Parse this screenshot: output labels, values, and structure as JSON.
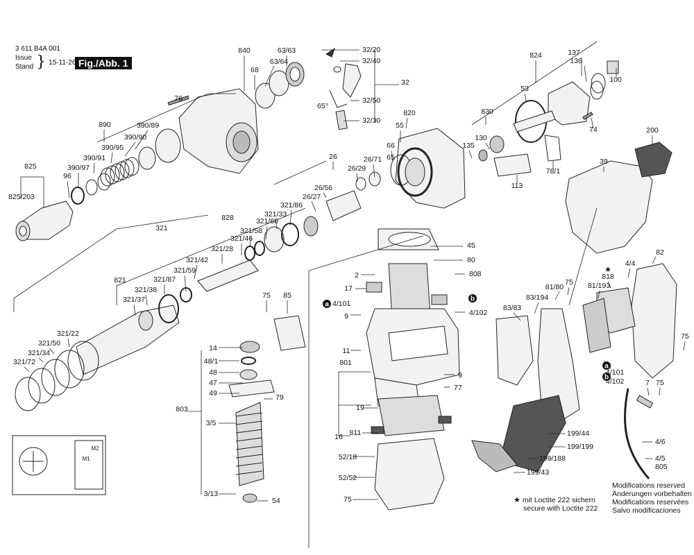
{
  "header": {
    "doc_number": "3 611 B4A 001",
    "issue_label": "Issue",
    "stand_label": "Stand",
    "issue_date": "15-11-26",
    "figure_label": "Fig./Abb. 1"
  },
  "notes": {
    "line1": "Modifications reserved",
    "line2": "Änderungen vorbehalten",
    "line3": "Modifications reservées",
    "line4": "Salvo modificaciones"
  },
  "loctite": {
    "star": "★",
    "line1": "mit Loctite 222 sichern",
    "line2": "secure with Loctite 222"
  },
  "circle_markers": [
    "a",
    "b"
  ],
  "part_labels": [
    {
      "id": "840",
      "text": "840"
    },
    {
      "id": "63_63",
      "text": "63/63"
    },
    {
      "id": "63_64",
      "text": "63/64"
    },
    {
      "id": "68",
      "text": "68"
    },
    {
      "id": "76a",
      "text": "76"
    },
    {
      "id": "890",
      "text": "890"
    },
    {
      "id": "390_89",
      "text": "390/89"
    },
    {
      "id": "390_90",
      "text": "390/90"
    },
    {
      "id": "390_95",
      "text": "390/95"
    },
    {
      "id": "390_91",
      "text": "390/91"
    },
    {
      "id": "390_97",
      "text": "390/97"
    },
    {
      "id": "96",
      "text": "96"
    },
    {
      "id": "825",
      "text": "825"
    },
    {
      "id": "825_203",
      "text": "825/203"
    },
    {
      "id": "32_20",
      "text": "32/20"
    },
    {
      "id": "32_40",
      "text": "32/40"
    },
    {
      "id": "32",
      "text": "32"
    },
    {
      "id": "32_50",
      "text": "32/50"
    },
    {
      "id": "32_30",
      "text": "32/30"
    },
    {
      "id": "65deg",
      "text": "65°"
    },
    {
      "id": "820",
      "text": "820"
    },
    {
      "id": "55",
      "text": "55"
    },
    {
      "id": "66",
      "text": "66"
    },
    {
      "id": "65",
      "text": "65"
    },
    {
      "id": "824",
      "text": "824"
    },
    {
      "id": "53",
      "text": "53"
    },
    {
      "id": "137",
      "text": "137"
    },
    {
      "id": "136",
      "text": "136"
    },
    {
      "id": "100",
      "text": "100"
    },
    {
      "id": "830",
      "text": "830"
    },
    {
      "id": "130",
      "text": "130"
    },
    {
      "id": "135",
      "text": "135"
    },
    {
      "id": "113",
      "text": "113"
    },
    {
      "id": "74",
      "text": "74"
    },
    {
      "id": "78_1",
      "text": "78/1"
    },
    {
      "id": "200",
      "text": "200"
    },
    {
      "id": "39",
      "text": "39"
    },
    {
      "id": "26",
      "text": "26"
    },
    {
      "id": "26_29",
      "text": "26/29"
    },
    {
      "id": "26_71",
      "text": "26/71"
    },
    {
      "id": "26_56",
      "text": "26/56"
    },
    {
      "id": "26_27",
      "text": "26/27"
    },
    {
      "id": "828",
      "text": "828"
    },
    {
      "id": "321_86",
      "text": "321/86"
    },
    {
      "id": "321_33",
      "text": "321/33"
    },
    {
      "id": "321_60",
      "text": "321/60"
    },
    {
      "id": "321_58",
      "text": "321/58"
    },
    {
      "id": "321_46",
      "text": "321/46"
    },
    {
      "id": "321_28",
      "text": "321/28"
    },
    {
      "id": "321_42",
      "text": "321/42"
    },
    {
      "id": "321_59",
      "text": "321/59"
    },
    {
      "id": "321",
      "text": "321"
    },
    {
      "id": "821",
      "text": "821"
    },
    {
      "id": "321_87",
      "text": "321/87"
    },
    {
      "id": "321_38",
      "text": "321/38"
    },
    {
      "id": "321_37",
      "text": "321/37"
    },
    {
      "id": "321_22",
      "text": "321/22"
    },
    {
      "id": "321_50",
      "text": "321/50"
    },
    {
      "id": "321_34",
      "text": "321/34"
    },
    {
      "id": "321_72",
      "text": "321/72"
    },
    {
      "id": "45",
      "text": "45"
    },
    {
      "id": "80",
      "text": "80"
    },
    {
      "id": "2",
      "text": "2"
    },
    {
      "id": "808",
      "text": "808"
    },
    {
      "id": "17",
      "text": "17"
    },
    {
      "id": "4_101a",
      "text": "4/101"
    },
    {
      "id": "4_102a",
      "text": "4/102"
    },
    {
      "id": "9a",
      "text": "9"
    },
    {
      "id": "11",
      "text": "11"
    },
    {
      "id": "801",
      "text": "801"
    },
    {
      "id": "9b",
      "text": "9"
    },
    {
      "id": "77",
      "text": "77"
    },
    {
      "id": "19",
      "text": "19"
    },
    {
      "id": "811",
      "text": "811"
    },
    {
      "id": "16",
      "text": "16"
    },
    {
      "id": "52_18",
      "text": "52/18"
    },
    {
      "id": "52_52",
      "text": "52/52"
    },
    {
      "id": "75a",
      "text": "75"
    },
    {
      "id": "75b",
      "text": "75"
    },
    {
      "id": "85",
      "text": "85"
    },
    {
      "id": "14",
      "text": "14"
    },
    {
      "id": "48_1",
      "text": "48/1"
    },
    {
      "id": "48",
      "text": "48"
    },
    {
      "id": "47",
      "text": "47"
    },
    {
      "id": "49",
      "text": "49"
    },
    {
      "id": "79",
      "text": "79"
    },
    {
      "id": "803",
      "text": "803"
    },
    {
      "id": "3_5",
      "text": "3/5"
    },
    {
      "id": "3_13",
      "text": "3/13"
    },
    {
      "id": "54",
      "text": "54"
    },
    {
      "id": "m1",
      "text": "M1"
    },
    {
      "id": "m2",
      "text": "M2"
    },
    {
      "id": "82",
      "text": "82"
    },
    {
      "id": "4_4",
      "text": "4/4"
    },
    {
      "id": "818",
      "text": "818"
    },
    {
      "id": "75c",
      "text": "75"
    },
    {
      "id": "81_80",
      "text": "81/80"
    },
    {
      "id": "81_193",
      "text": "81/193"
    },
    {
      "id": "83_194",
      "text": "83/194"
    },
    {
      "id": "83_83",
      "text": "83/83"
    },
    {
      "id": "75d",
      "text": "75"
    },
    {
      "id": "4_101b",
      "text": "4/101"
    },
    {
      "id": "4_102b",
      "text": "4/102"
    },
    {
      "id": "7",
      "text": "7"
    },
    {
      "id": "75e",
      "text": "75"
    },
    {
      "id": "199_44",
      "text": "199/44"
    },
    {
      "id": "199_199",
      "text": "199/199"
    },
    {
      "id": "199_188",
      "text": "199/188"
    },
    {
      "id": "199_43",
      "text": "199/43"
    },
    {
      "id": "4_6",
      "text": "4/6"
    },
    {
      "id": "4_5",
      "text": "4/5"
    },
    {
      "id": "805",
      "text": "805"
    }
  ],
  "colors": {
    "ink": "#111111",
    "line": "#222222",
    "part_fill": "#f2f2f2",
    "part_dark": "#555555",
    "rubber": "#1a1a1a"
  }
}
